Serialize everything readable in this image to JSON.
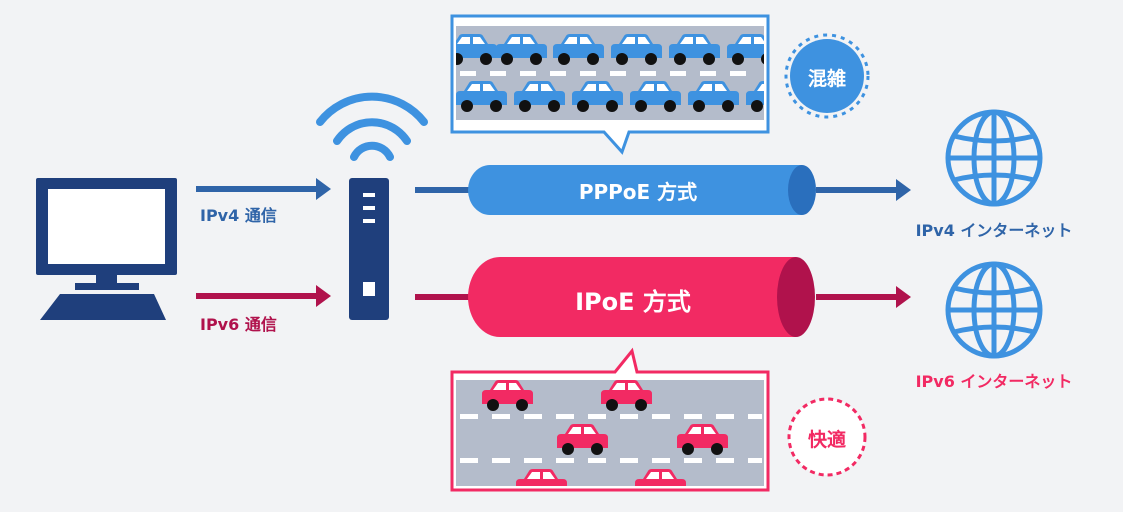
{
  "colors": {
    "ipv4": "#2f64a8",
    "ipv4_pipe": "#3e92e0",
    "ipv6": "#b0124c",
    "ipv6_pipe": "#f22a63",
    "device": "#1f3f7c",
    "globe": "#3e92e0",
    "road": "#b4bccb",
    "background": "#f2f3f5"
  },
  "pc": {
    "icon": "computer-monitor-icon"
  },
  "router": {
    "icon": "router-icon"
  },
  "wifi": {
    "icon": "wifi-icon"
  },
  "ipv4": {
    "comm_label": "IPv4 通信",
    "pipe_label": "PPPoE 方式",
    "internet_label": "IPv4 インターネット",
    "globe_icon": "globe-icon"
  },
  "ipv6": {
    "comm_label": "IPv6 通信",
    "pipe_label": "IPoE 方式",
    "internet_label": "IPv6 インターネット",
    "globe_icon": "globe-icon"
  },
  "badges": {
    "congested": "混雑",
    "comfortable": "快適"
  },
  "traffic": {
    "congested_icon": "car-icon",
    "comfortable_icon": "car-icon"
  }
}
